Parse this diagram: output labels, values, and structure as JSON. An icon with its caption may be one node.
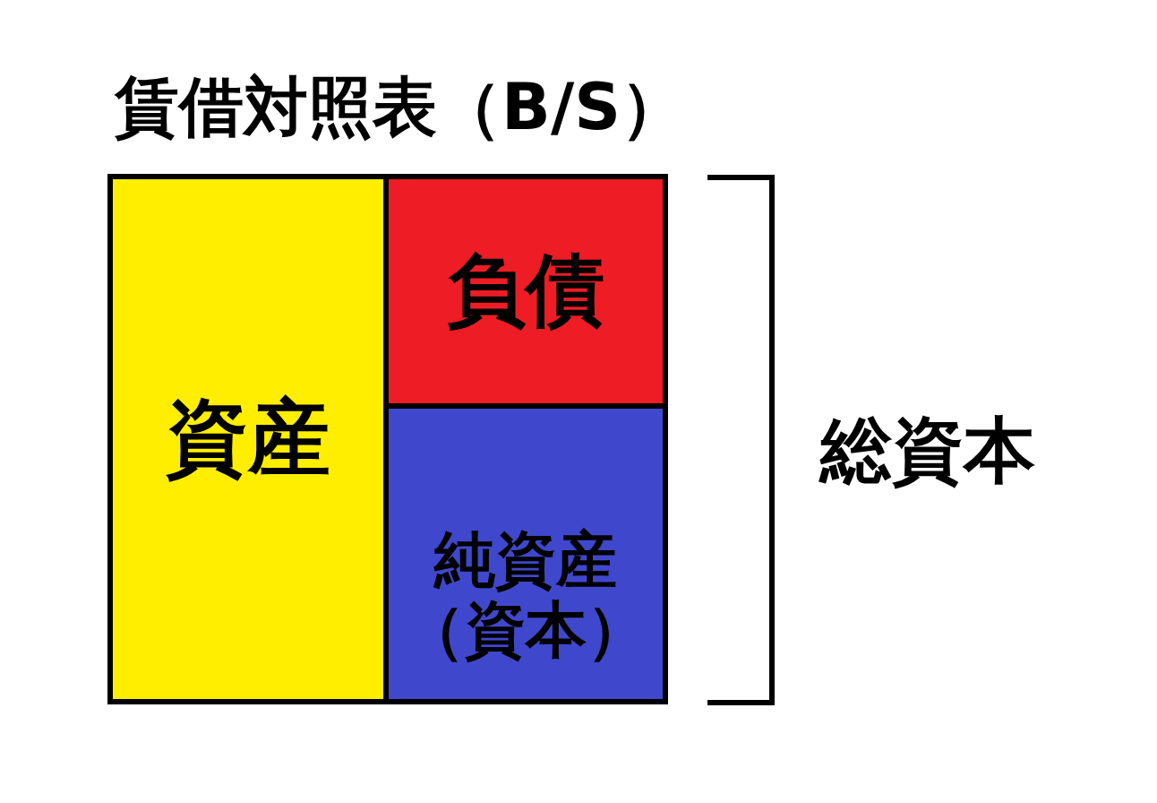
{
  "diagram": {
    "title": "賃借対照表（B/S）",
    "nodes": [
      {
        "text": [
          "資産"
        ]
      },
      {
        "text": [
          "負債"
        ]
      },
      {
        "text": [
          "純資産（資本）"
        ]
      }
    ],
    "edges": [],
    "labels": [
      "総資本"
    ]
  }
}
